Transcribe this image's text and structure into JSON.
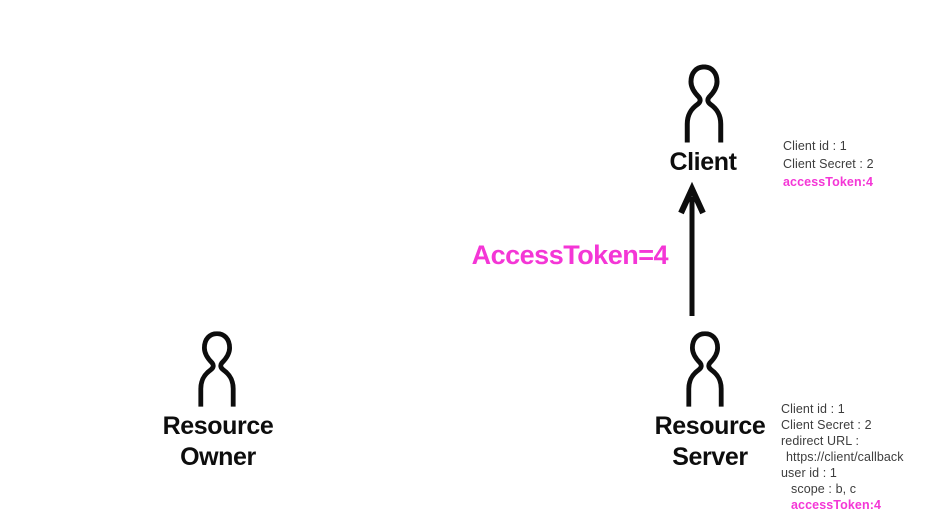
{
  "colors": {
    "accent": "#f436d6",
    "ink": "#0d0d0d",
    "note_ink": "#3d3d3d",
    "background": "#ffffff"
  },
  "flow": {
    "arrow_label": "AccessToken=4",
    "from": "resource_server",
    "to": "client",
    "direction": "up"
  },
  "actors": {
    "client": {
      "label": "Client",
      "icon": "person-icon",
      "notes": [
        {
          "text": "Client id : 1",
          "highlight": false,
          "indent": 0
        },
        {
          "text": "Client Secret : 2",
          "highlight": false,
          "indent": 0
        },
        {
          "text": "accessToken:4",
          "highlight": true,
          "indent": 0
        }
      ]
    },
    "resource_owner": {
      "label": "Resource Owner",
      "icon": "person-icon",
      "notes": []
    },
    "resource_server": {
      "label": "Resource Server",
      "icon": "person-icon",
      "notes": [
        {
          "text": "Client id : 1",
          "highlight": false,
          "indent": 0
        },
        {
          "text": "Client Secret : 2",
          "highlight": false,
          "indent": 0
        },
        {
          "text": "redirect URL :",
          "highlight": false,
          "indent": 0
        },
        {
          "text": "https://client/callback",
          "highlight": false,
          "indent": 1
        },
        {
          "text": "user id : 1",
          "highlight": false,
          "indent": 0
        },
        {
          "text": "scope : b, c",
          "highlight": false,
          "indent": 2
        },
        {
          "text": "accessToken:4",
          "highlight": true,
          "indent": 2
        }
      ]
    }
  }
}
